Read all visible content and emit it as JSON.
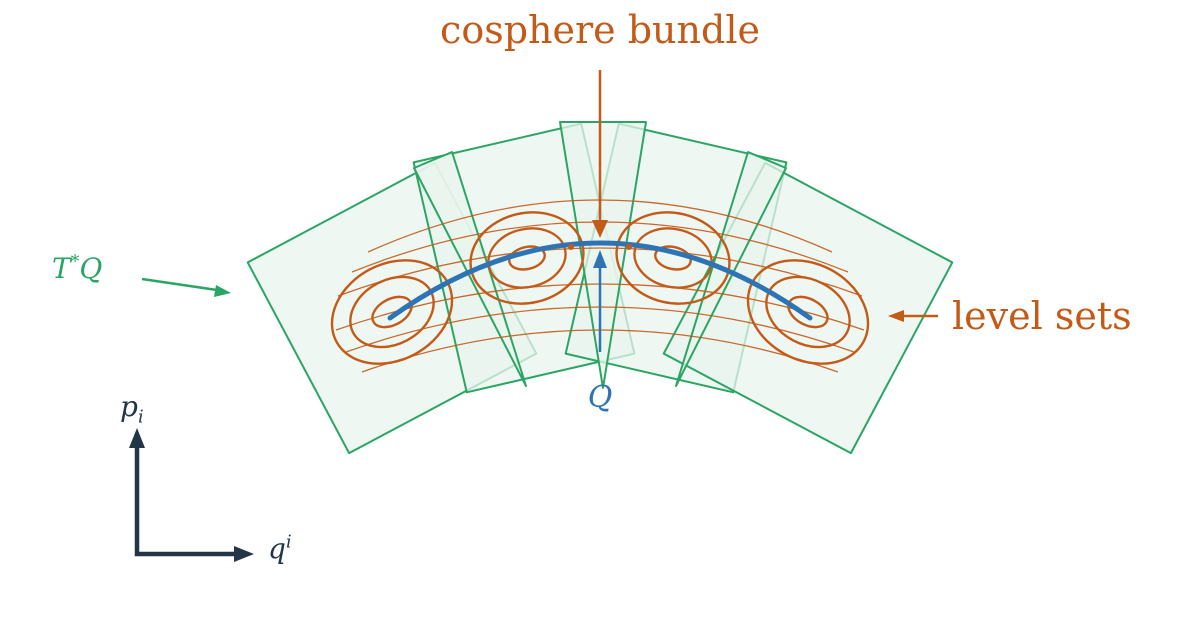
{
  "title": "cosphere bundle",
  "annotations": {
    "cotangent_space": {
      "T": "T",
      "star": "*",
      "Q": "Q"
    },
    "level_sets": "level sets",
    "base_curve": "Q",
    "momentum_axis": {
      "base": "p",
      "sub": "i"
    },
    "position_axis": {
      "base": "q",
      "sup": "i"
    }
  },
  "colors": {
    "orange": "#c35a17",
    "green": "#2ba563",
    "blue": "#2e74b5",
    "navy": "#223647",
    "plane_fill": "#e9f4ee"
  }
}
